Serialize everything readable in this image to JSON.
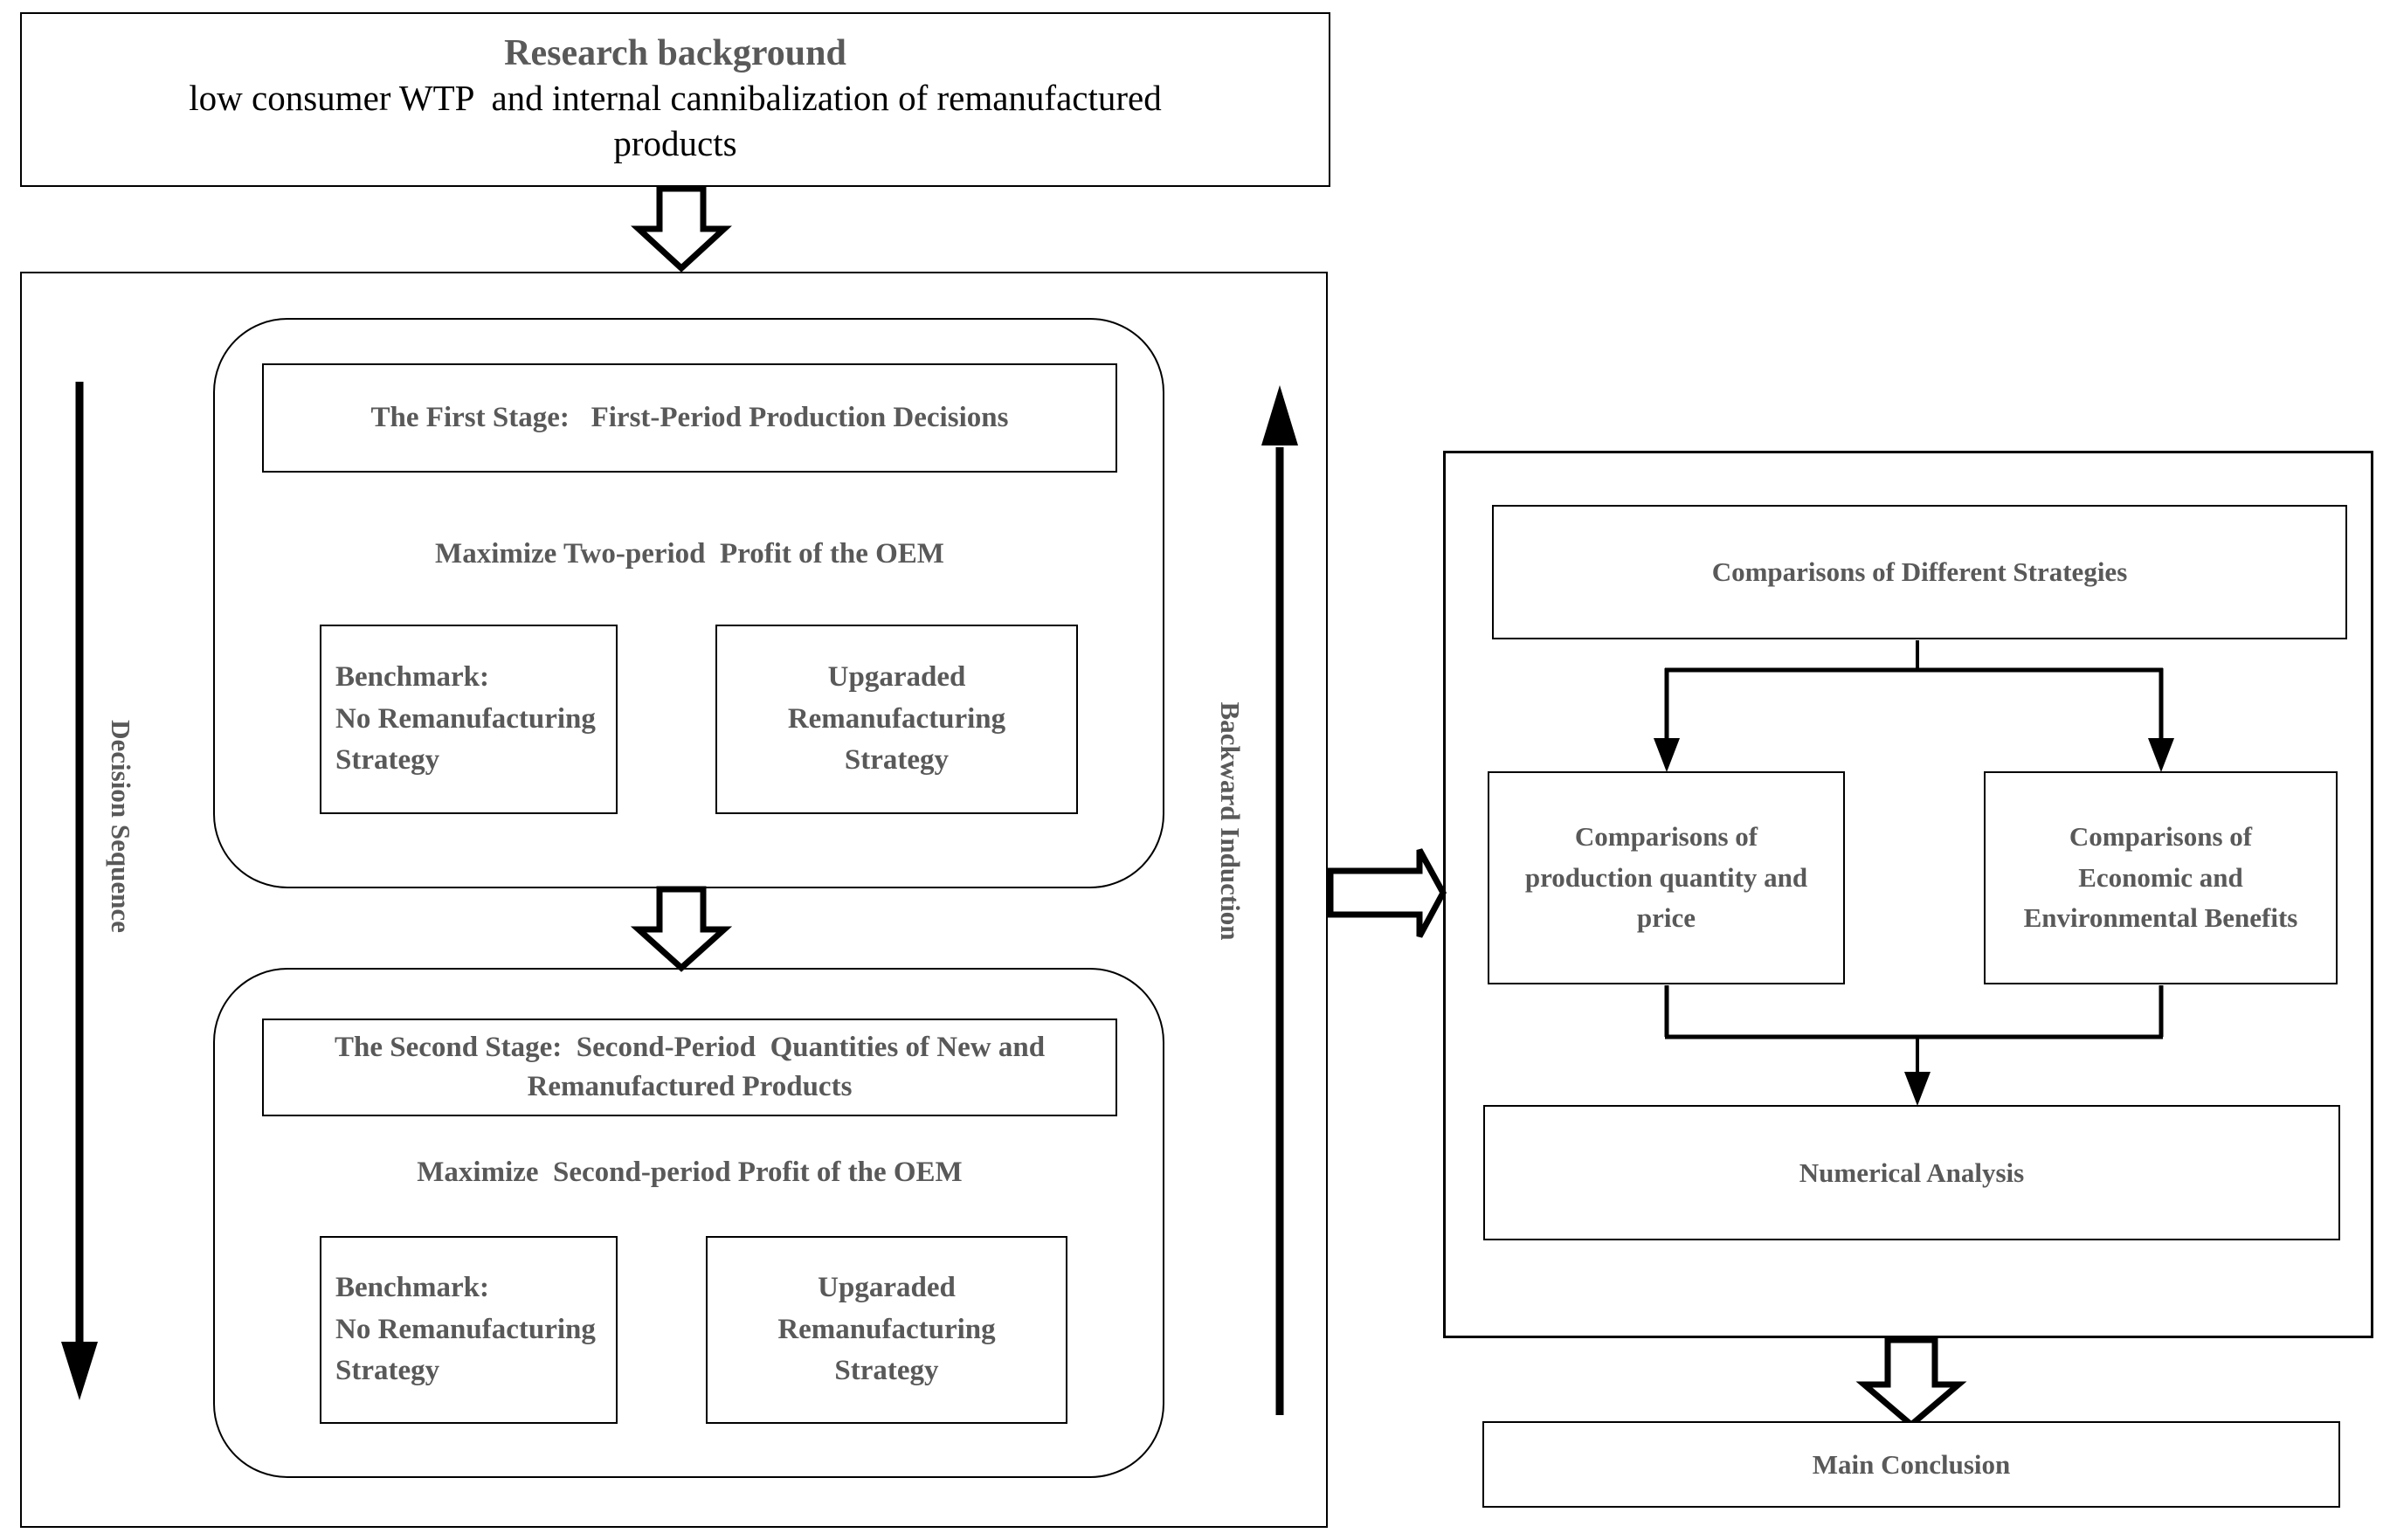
{
  "header": {
    "title": "Research background",
    "subtitle": "low consumer WTP  and internal cannibalization of remanufactured\nproducts"
  },
  "left_panel": {
    "decision_label": "Decision Sequence",
    "backward_label": "Backward Induction",
    "stage1": {
      "title": "The First Stage:   First-Period Production Decisions",
      "objective": "Maximize Two-period  Profit of the OEM",
      "benchmark": "Benchmark:\nNo Remanufacturing\nStrategy",
      "upgraded": "Upgaraded\nRemanufacturing\nStrategy"
    },
    "stage2": {
      "title": "The Second Stage:  Second-Period  Quantities of New and\nRemanufactured Products",
      "objective": "Maximize  Second-period Profit of the OEM",
      "benchmark": "Benchmark:\nNo Remanufacturing\nStrategy",
      "upgraded": "Upgaraded\nRemanufacturing\nStrategy"
    }
  },
  "right_panel": {
    "strategies_title": "Comparisons of Different Strategies",
    "comparison_quantity": "Comparisons of\nproduction quantity and\nprice",
    "comparison_benefits": "Comparisons of\nEconomic and\nEnvironmental Benefits",
    "numerical": "Numerical Analysis",
    "conclusion": "Main Conclusion"
  },
  "colors": {
    "heading_text": "#595959",
    "body_text": "#000000",
    "line": "#000000",
    "background": "#ffffff"
  }
}
